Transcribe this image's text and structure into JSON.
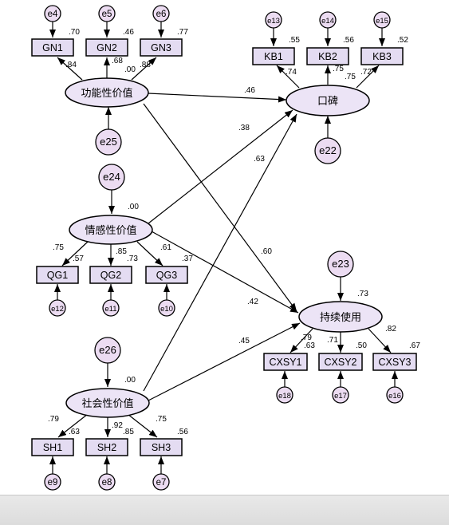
{
  "colors": {
    "box_fill": "#e4dcf2",
    "latent_fill": "#ece4f6",
    "stroke": "#000000",
    "statusbar": "#e2e2e2"
  },
  "latents": {
    "gn": {
      "label": "功能性价值",
      "r2": ".00"
    },
    "qg": {
      "label": "情感性价值",
      "r2": ".00"
    },
    "sh": {
      "label": "社会性价值",
      "r2": ".00"
    },
    "kb": {
      "label": "口碑",
      "r2": ".75"
    },
    "cx": {
      "label": "持续使用",
      "r2": ".73"
    }
  },
  "indicators": {
    "gn1": {
      "label": "GN1",
      "r2": ".70",
      "loading": ".84"
    },
    "gn2": {
      "label": "GN2",
      "r2": ".46",
      "loading": ".68"
    },
    "gn3": {
      "label": "GN3",
      "r2": ".77",
      "loading": ".88"
    },
    "kb1": {
      "label": "KB1",
      "r2": ".55",
      "loading": ".74"
    },
    "kb2": {
      "label": "KB2",
      "r2": ".56",
      "loading": ".75"
    },
    "kb3": {
      "label": "KB3",
      "r2": ".52",
      "loading": ".72"
    },
    "qg1": {
      "label": "QG1",
      "r2": ".57",
      "loading": ".75"
    },
    "qg2": {
      "label": "QG2",
      "r2": ".73",
      "loading": ".85"
    },
    "qg3": {
      "label": "QG3",
      "r2": ".37",
      "loading": ".61"
    },
    "cx1": {
      "label": "CXSY1",
      "r2": ".63",
      "loading": ".79"
    },
    "cx2": {
      "label": "CXSY2",
      "r2": ".50",
      "loading": ".71"
    },
    "cx3": {
      "label": "CXSY3",
      "r2": ".67",
      "loading": ".82"
    },
    "sh1": {
      "label": "SH1",
      "r2": ".63",
      "loading": ".79"
    },
    "sh2": {
      "label": "SH2",
      "r2": ".85",
      "loading": ".92"
    },
    "sh3": {
      "label": "SH3",
      "r2": ".56",
      "loading": ".75"
    }
  },
  "errors": {
    "e4": "e4",
    "e5": "e5",
    "e6": "e6",
    "e13": "e13",
    "e14": "e14",
    "e15": "e15",
    "e12": "e12",
    "e11": "e11",
    "e10": "e10",
    "e18": "e18",
    "e17": "e17",
    "e16": "e16",
    "e9": "e9",
    "e8": "e8",
    "e7": "e7",
    "e25": "e25",
    "e24": "e24",
    "e26": "e26",
    "e22": "e22",
    "e23": "e23"
  },
  "paths": {
    "gn_kb": ".46",
    "gn_cx": ".60",
    "qg_kb": ".38",
    "qg_cx": ".42",
    "sh_kb": ".63",
    "sh_cx": ".45"
  }
}
